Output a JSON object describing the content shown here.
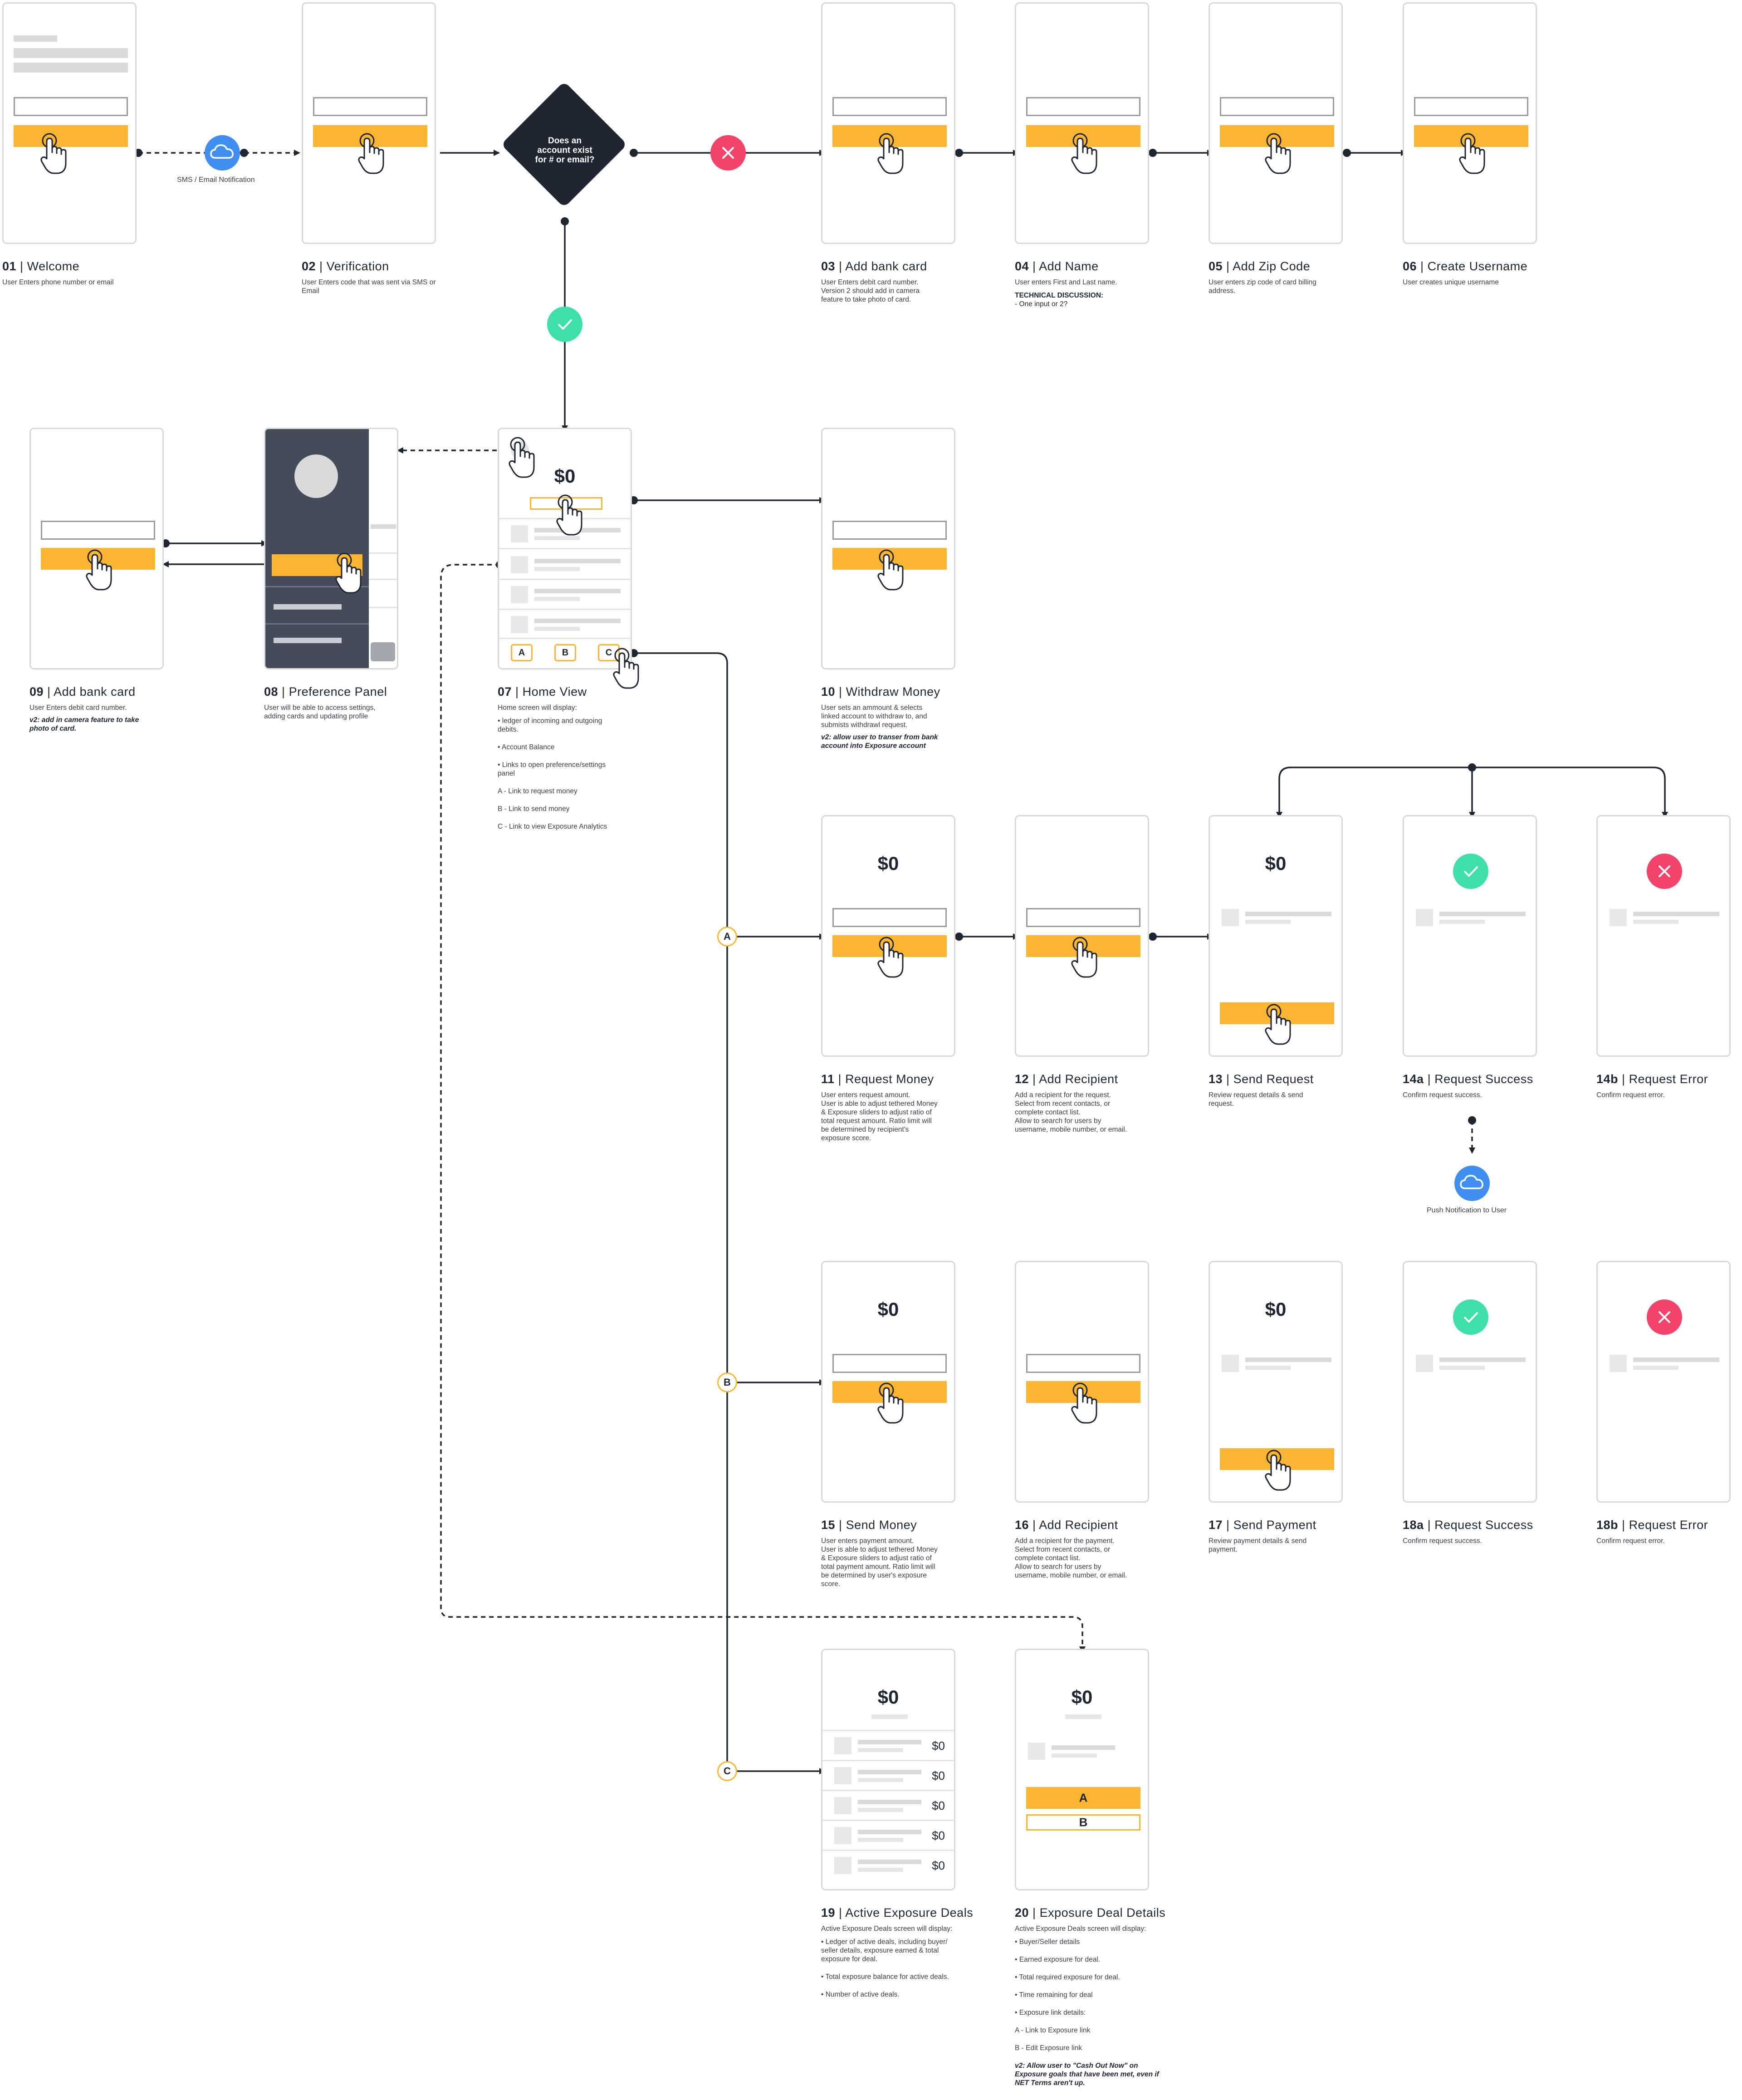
{
  "steps": {
    "s01": {
      "num": "01",
      "title": "Welcome",
      "desc": "User Enters phone number or email"
    },
    "s02": {
      "num": "02",
      "title": "Verification",
      "desc": "User Enters code that was sent via SMS or Email"
    },
    "s03": {
      "num": "03",
      "title": "Add bank card",
      "desc": "User Enters debit card number.\nVersion 2 should add in camera\nfeature to take photo of card."
    },
    "s04": {
      "num": "04",
      "title": "Add Name",
      "desc": "User enters First and Last name.",
      "tech_label": "TECHNICAL DISCUSSION:",
      "tech_text": "- One input or 2?"
    },
    "s05": {
      "num": "05",
      "title": "Add Zip Code",
      "desc": "User enters zip code of card billing\naddress."
    },
    "s06": {
      "num": "06",
      "title": "Create Username",
      "desc": "User creates unique username"
    },
    "s07": {
      "num": "07",
      "title": "Home View",
      "desc": "Home screen will display:",
      "bullets": [
        "• ledger of incoming and outgoing\ndebits.",
        "• Account Balance",
        "• Links to open preference/settings\npanel",
        "A -  Link to request money",
        "B -  Link to send money",
        "C -  Link to view Exposure Analytics"
      ]
    },
    "s08": {
      "num": "08",
      "title": "Preference Panel",
      "desc": "User will be able to access settings,\nadding cards and updating profile"
    },
    "s09": {
      "num": "09",
      "title": "Add bank card",
      "desc": "User Enters debit card number.",
      "note": "v2: add in camera feature to take\nphoto of card."
    },
    "s10": {
      "num": "10",
      "title": "Withdraw Money",
      "desc": "User sets an ammount & selects\nlinked account to withdraw to, and\nsubmists withdrawl request.",
      "note": "v2: allow user to transer from bank\naccount into Exposure account"
    },
    "s11": {
      "num": "11",
      "title": "Request Money",
      "desc": "User enters request amount.\nUser is able to adjust tethered Money\n& Exposure sliders to adjust ratio of\ntotal request amount. Ratio limit will\nbe determined by recipient's\nexposure score."
    },
    "s12": {
      "num": "12",
      "title": "Add Recipient",
      "desc": "Add a recipient for the request.\nSelect from recent contacts, or\ncomplete contact list.\nAllow to search for users by\nusername, mobile number, or email."
    },
    "s13": {
      "num": "13",
      "title": "Send Request",
      "desc": "Review request details & send\nrequest."
    },
    "s14a": {
      "num": "14a",
      "title": "Request Success",
      "desc": "Confirm request success."
    },
    "s14b": {
      "num": "14b",
      "title": "Request Error",
      "desc": "Confirm request error."
    },
    "s15": {
      "num": "15",
      "title": "Send Money",
      "desc": "User enters payment amount.\nUser is able to adjust tethered Money\n& Exposure sliders to adjust ratio of\ntotal payment amount. Ratio limit will\nbe determined by user's exposure\nscore."
    },
    "s16": {
      "num": "16",
      "title": "Add Recipient",
      "desc": "Add a recipient for the payment.\nSelect from recent contacts, or\ncomplete contact list.\nAllow to search for users by\nusername, mobile number, or email."
    },
    "s17": {
      "num": "17",
      "title": "Send Payment",
      "desc": "Review payment details & send\npayment."
    },
    "s18a": {
      "num": "18a",
      "title": "Request Success",
      "desc": "Confirm request success."
    },
    "s18b": {
      "num": "18b",
      "title": "Request Error",
      "desc": "Confirm request error."
    },
    "s19": {
      "num": "19",
      "title": "Active Exposure Deals",
      "desc": "Active Exposure Deals screen will display:",
      "bullets": [
        "• Ledger of active deals, including buyer/\nseller details, exposure earned & total\nexposure for deal.",
        "• Total exposure balance for active deals.",
        "• Number of active deals."
      ]
    },
    "s20": {
      "num": "20",
      "title": "Exposure Deal Details",
      "desc": "Active Exposure Deals screen will display:",
      "bullets": [
        "• Buyer/Seller details",
        "• Earned exposure for deal.",
        "• Total required exposure for deal.",
        "• Time remaining for deal",
        "• Exposure link details:",
        "A - Link to Exposure link",
        "B - Edit Exposure link"
      ],
      "note": "v2: Allow user to \"Cash Out Now\" on\nExposure goals that have been met, even if\nNET Terms aren't up."
    }
  },
  "decision": {
    "text": "Does an\naccount exist\nfor # or email?"
  },
  "labels": {
    "sms_notification": "SMS / Email Notification",
    "push_notification": "Push Notification to User"
  },
  "screens": {
    "balance": "$0",
    "ledger_amount": "$0",
    "tab_a": "A",
    "tab_b": "B",
    "tab_c": "C",
    "deal_btn_a": "A",
    "deal_btn_b": "B"
  },
  "branches": {
    "a": "A",
    "b": "B",
    "c": "C"
  },
  "colors": {
    "accent": "#fbb532",
    "navy": "#1f2632",
    "success": "#3fdfa8",
    "error": "#f2436b",
    "cloud": "#3f8ef0",
    "panel": "#454b58"
  },
  "icons": {
    "tap": "hand-pointer-icon",
    "cloud": "cloud-icon",
    "check": "check-icon",
    "cross": "close-icon"
  }
}
